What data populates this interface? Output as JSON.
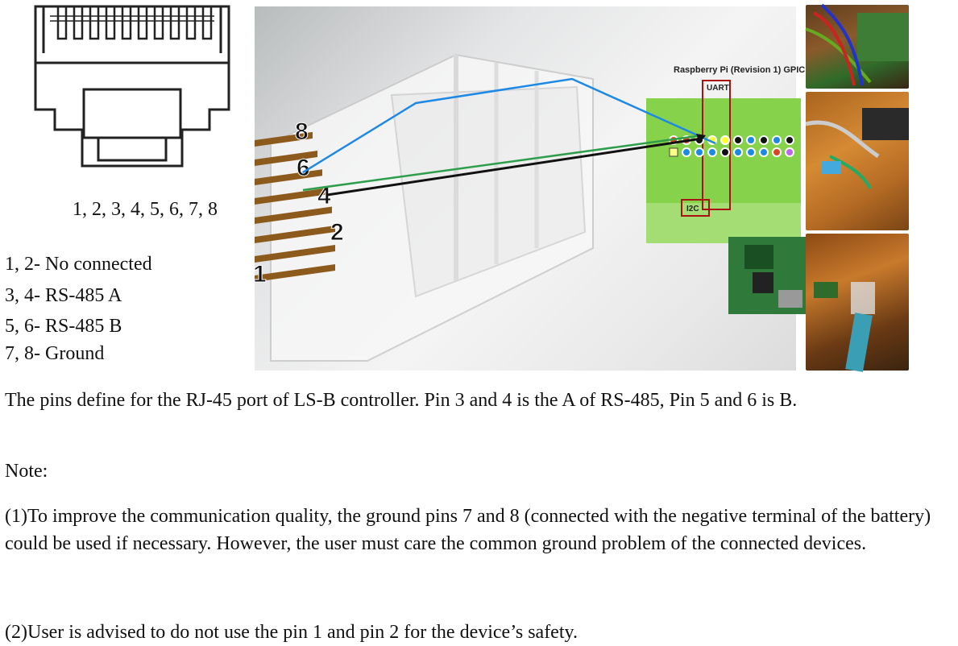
{
  "diagram": {
    "pin_sequence": "1, 2, 3, 4, 5, 6, 7, 8",
    "pin_groups": [
      "1, 2- No connected",
      "3, 4- RS-485 A",
      "5, 6- RS-485 B",
      "7, 8- Ground"
    ],
    "plug_numbers": [
      "8",
      "6",
      "4",
      "2",
      "1"
    ],
    "gpio_title": "Raspberry Pi (Revision 1) GPIC",
    "gpio_uart_label": "UART",
    "gpio_i2c_label": "I2C",
    "wire_colors": {
      "blue": "#1e88e5",
      "green": "#2e9e4a",
      "black": "#111111"
    },
    "board_color": "#86d24a"
  },
  "body": {
    "description": "The pins define for the RJ-45 port of LS-B controller. Pin 3 and 4 is the A of RS-485, Pin 5 and 6 is B.",
    "note_heading": "Note:",
    "note_1": "(1)To improve the communication quality, the ground pins 7 and 8 (connected with the negative terminal of the battery) could be used if necessary. However, the user must care the common ground problem of the connected devices.",
    "note_2": "(2)User is advised to do not use the pin 1 and pin 2 for the device’s safety."
  }
}
